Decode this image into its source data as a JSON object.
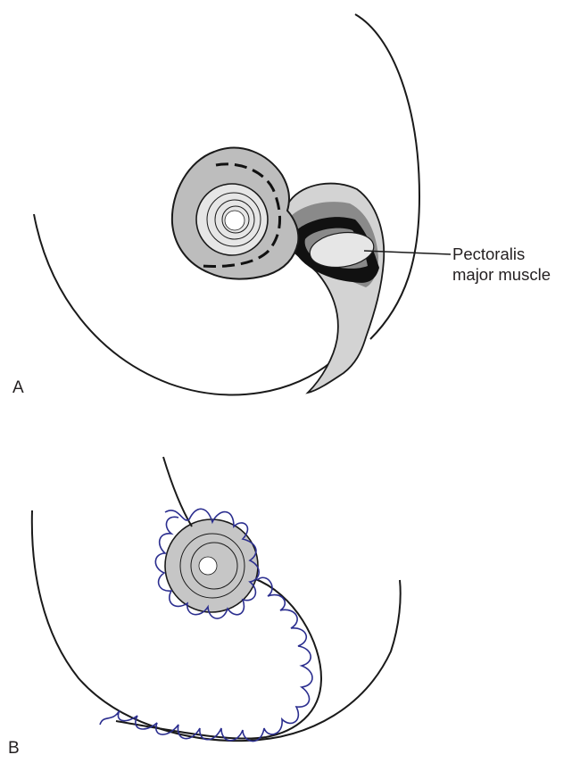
{
  "figure": {
    "panels": [
      {
        "letter": "A"
      },
      {
        "letter": "B"
      }
    ],
    "callout": {
      "line1": "Pectoralis",
      "line2": "major muscle"
    },
    "colors": {
      "outline": "#1a1a1a",
      "skin_gray": "#bdbdbd",
      "tissue_light": "#d3d3d3",
      "muscle_dark_gray": "#8a8a8a",
      "muscle_center": "#e6e6e6",
      "suture_blue": "#2b2e8f"
    }
  }
}
